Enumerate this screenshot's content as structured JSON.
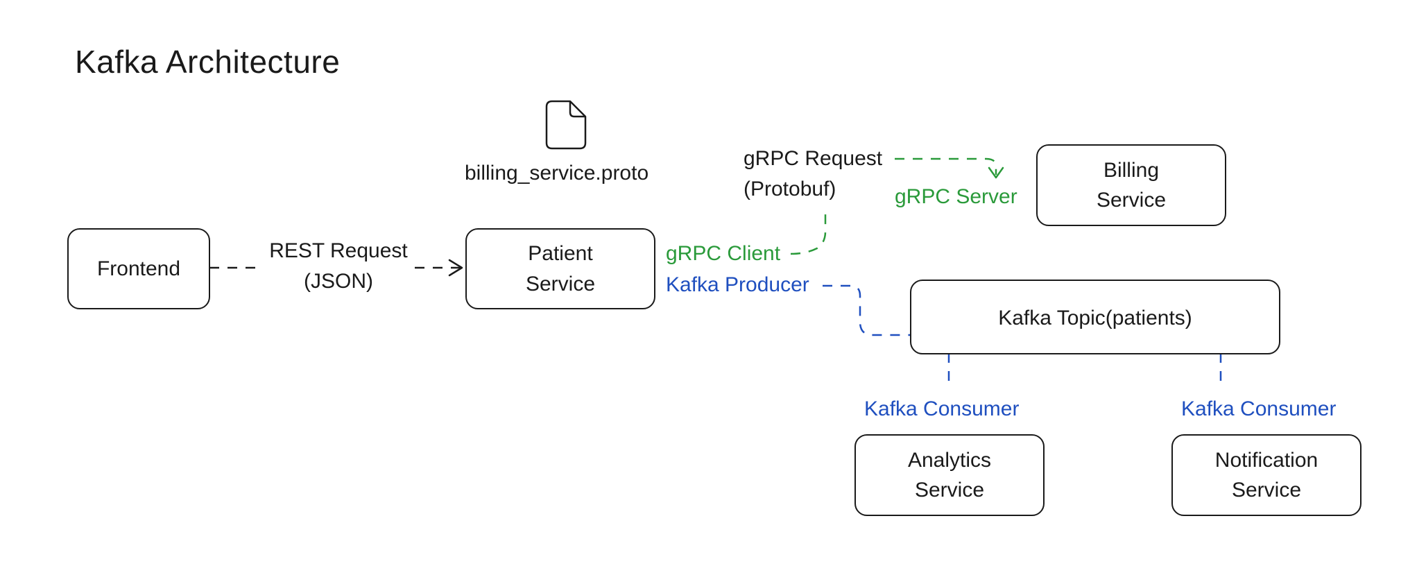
{
  "title": "Kafka Architecture",
  "colors": {
    "ink": "#1a1a1a",
    "grpc": "#2a9a3a",
    "kafka": "#1f4fbf"
  },
  "icons": {
    "proto_file": "document-icon"
  },
  "nodes": {
    "frontend": "Frontend",
    "patient_service": "Patient\nService",
    "billing_service": "Billing\nService",
    "kafka_topic": "Kafka Topic(patients)",
    "analytics_service": "Analytics\nService",
    "notification_service": "Notification\nService"
  },
  "labels": {
    "proto_file": "billing_service.proto",
    "rest_request": "REST Request\n(JSON)",
    "grpc_request": "gRPC Request\n(Protobuf)",
    "grpc_client": "gRPC Client",
    "grpc_server": "gRPC Server",
    "kafka_producer": "Kafka Producer",
    "kafka_consumer_analytics": "Kafka Consumer",
    "kafka_consumer_notification": "Kafka Consumer"
  }
}
